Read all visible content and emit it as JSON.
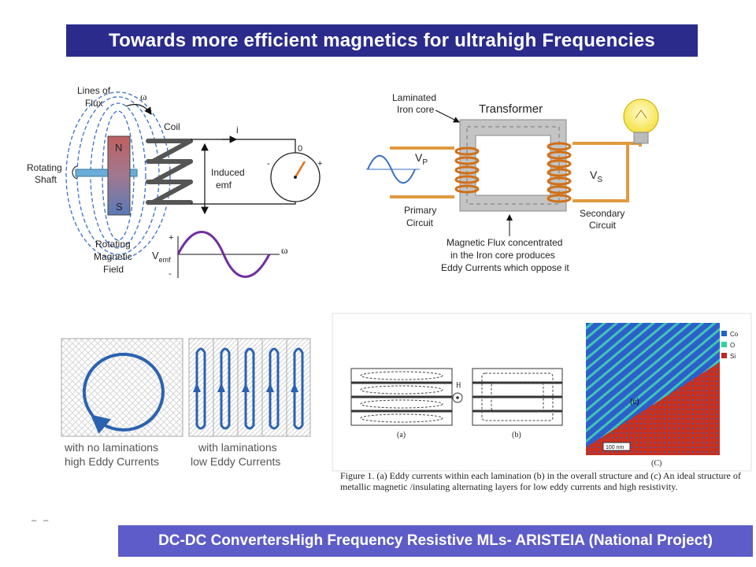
{
  "title": "Towards more efficient magnetics for ultrahigh Frequencies",
  "footer": "DC-DC ConvertersHigh Frequency Resistive MLs- ARISTEIA (National Project)",
  "footer_dashes": "– –",
  "generator": {
    "lines_of_flux": [
      "Lines of",
      "Flux"
    ],
    "omega": "ω",
    "coil": "Coil",
    "current": "i",
    "north": "N",
    "south": "S",
    "rotating_shaft": [
      "Rotating",
      "Shaft"
    ],
    "induced_emf": [
      "Induced",
      "emf"
    ],
    "meter_zero": "0",
    "meter_minus": "-",
    "meter_plus": "+",
    "rotating_field": [
      "Rotating",
      "Magnetic",
      "Field"
    ],
    "vemf_main": "V",
    "vemf_sub": "emf",
    "plus": "+",
    "minus": "-",
    "axis_omega": "ω"
  },
  "transformer": {
    "laminated": [
      "Laminated",
      "Iron core"
    ],
    "title": "Transformer",
    "vp_main": "V",
    "vp_sub": "P",
    "vs_main": "V",
    "vs_sub": "S",
    "primary": [
      "Primary",
      "Circuit"
    ],
    "secondary": [
      "Secondary",
      "Circuit"
    ],
    "flux_note": [
      "Magnetic Flux concentrated",
      "in the Iron core produces",
      "Eddy Currents which oppose it"
    ]
  },
  "laminations": {
    "no_lam": [
      "with no laminations",
      "high Eddy Currents"
    ],
    "with_lam": [
      "with laminations",
      "low Eddy Currents"
    ]
  },
  "figure": {
    "label_a": "(a)",
    "label_b": "(b)",
    "label_c": "(C)",
    "label_c_inset": "(c)",
    "h_label": "H",
    "legend": [
      "Co",
      "O",
      "Si"
    ],
    "legend_colors": [
      "#1f5fd6",
      "#2fd2a0",
      "#c0281e"
    ],
    "scale": "100 nm",
    "caption": "Figure 1. (a)  Eddy currents within each lamination (b) in the overall structure and (c) An ideal structure of metallic magnetic /insulating  alternating layers  for low eddy currents and high resistivity."
  }
}
